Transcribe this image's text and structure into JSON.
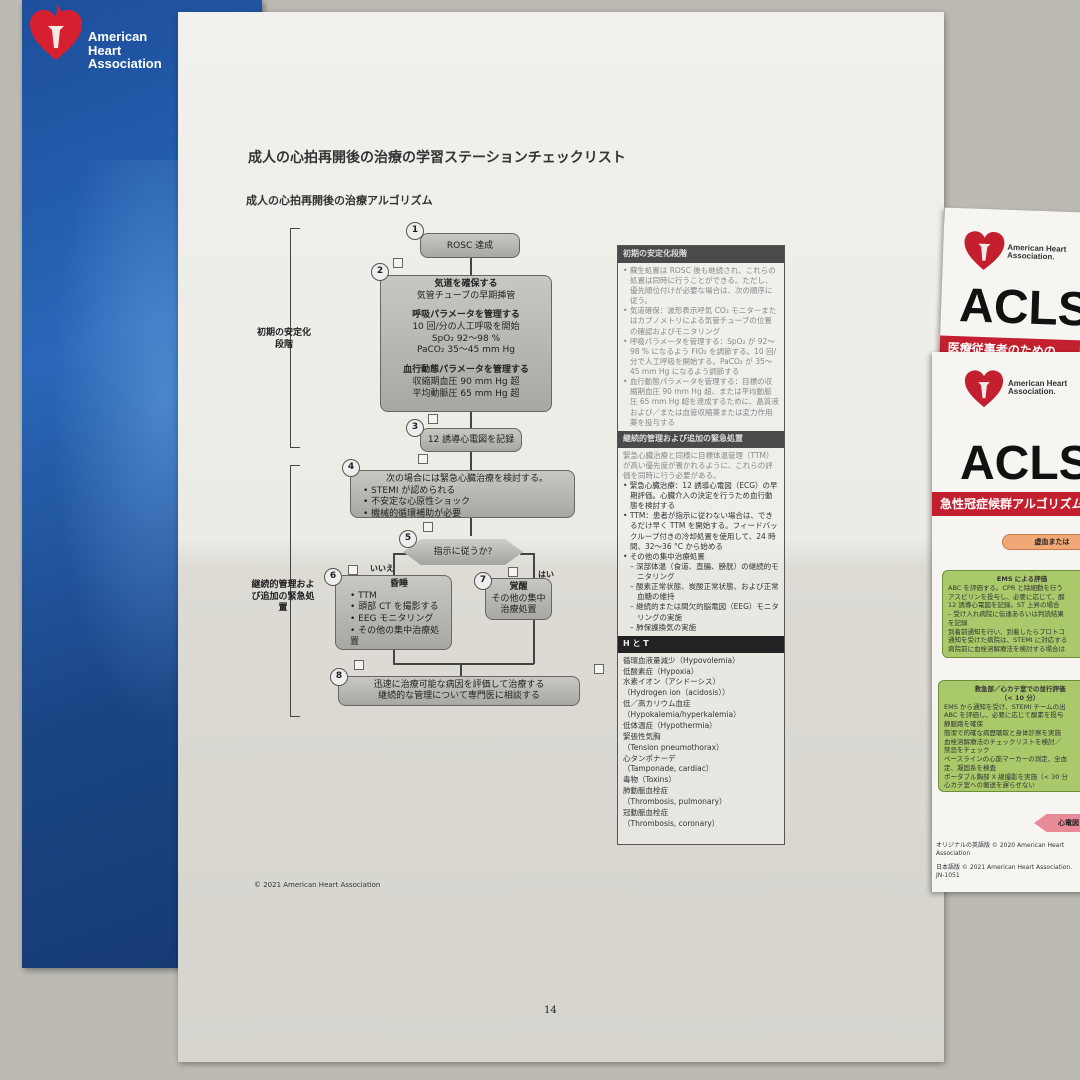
{
  "book": {
    "logo_text": "American Heart Association"
  },
  "page": {
    "title": "成人の心拍再開後の治療の学習ステーションチェックリスト",
    "subtitle": "成人の心拍再開後の治療アルゴリズム",
    "footer": "© 2021 American Heart Association",
    "page_number": "14"
  },
  "phases": {
    "initial": "初期の安定化段階",
    "ongoing": "継続的管理および追加の緊急処置"
  },
  "flow": {
    "s1": {
      "num": "1",
      "text": "ROSC 達成"
    },
    "s2": {
      "num": "2",
      "h1": "気道を確保する",
      "t1": "気管チューブの早期挿管",
      "h2": "呼吸パラメータを管理する",
      "t2a": "10 回/分の人工呼吸を開始",
      "t2b": "SpO₂ 92～98 %",
      "t2c": "PaCO₂ 35～45 mm Hg",
      "h3": "血行動態パラメータを管理する",
      "t3a": "収縮期血圧 90 mm Hg 超",
      "t3b": "平均動脈圧 65 mm Hg 超"
    },
    "s3": {
      "num": "3",
      "text": "12 誘導心電図を記録"
    },
    "s4": {
      "num": "4",
      "text": "次の場合には緊急心臓治療を検討する。",
      "items": [
        "STEMI が認められる",
        "不安定な心原性ショック",
        "機械的循環補助が必要"
      ]
    },
    "s5": {
      "num": "5",
      "text": "指示に従うか?",
      "no": "いいえ",
      "yes": "はい"
    },
    "s6": {
      "num": "6",
      "heading": "昏睡",
      "items": [
        "TTM",
        "頭部 CT を撮影する",
        "EEG モニタリング",
        "その他の集中治療処置"
      ]
    },
    "s7": {
      "num": "7",
      "heading": "覚醒",
      "text": "その他の集中治療処置"
    },
    "s8": {
      "num": "8",
      "line1": "迅速に治療可能な病因を評価して治療する",
      "line2": "継続的な管理について専門医に相談する"
    }
  },
  "panel": {
    "initial_header": "初期の安定化段階",
    "initial_items": [
      "蘇生処置は ROSC 後も継続され、これらの処置は同時に行うことができる。ただし、優先順位付けが必要な場合は、次の順序に従う。",
      "気道確保：波形表示呼気 CO₂ モニターまたはカプノメトリによる気管チューブの位置の確認およびモニタリング",
      "呼吸パラメータを管理する：SpO₂ が 92～98 % になるよう FIO₂ を調節する。10 回/分で人工呼吸を開始する。PaCO₂ が 35～45 mm Hg になるよう調節する",
      "血行動態パラメータを管理する：目標の収縮期血圧 90 mm Hg 超、または平均動脈圧 65 mm Hg 超を達成するために、晶質液および／または血管収縮薬または変力作用薬を投与する"
    ],
    "ongoing_header": "継続的管理および追加の緊急処置",
    "ongoing_intro": "緊急心臓治療と同様に目標体温管理（TTM）が高い優先度が置かれるように、これらの評価を同時に行う必要がある。",
    "ongoing_items": [
      "緊急心臓治療：12 誘導心電図（ECG）の早期評価。心臓介入の決定を行うため血行動態を検討する",
      "TTM：患者が指示に従わない場合は、できるだけ早く TTM を開始する。フィードバックループ付きの冷却処置を使用して、24 時間、32～36 °C から始める",
      "その他の集中治療処置"
    ],
    "ongoing_subitems": [
      "深部体温（食道、直腸、膀胱）の継続的モニタリング",
      "酸素正常状態、炭酸正常状態、および正常血糖の維持",
      "継続的または間欠的脳電図（EEG）モニタリングの実施",
      "肺保護換気の実施"
    ],
    "ht_header": "H と T",
    "ht_items": [
      "循環血液量減少（Hypovolemia）",
      "低酸素症（Hypoxia）",
      "水素イオン（アシドーシス）",
      "（Hydrogen ion（acidosis））",
      "低／高カリウム血症",
      "（Hypokalemia/hyperkalemia）",
      "低体温症（Hypothermia）",
      "緊張性気胸",
      "（Tension pneumothorax）",
      "心タンポナーデ",
      "（Tamponade, cardiac）",
      "毒物（Toxins）",
      "肺動脈血栓症",
      "（Thrombosis, pulmonary）",
      "冠動脈血栓症",
      "（Thrombosis, coronary）"
    ]
  },
  "booklet1": {
    "org": "American Heart Association.",
    "title": "ACLS",
    "band": "医療従事者のための"
  },
  "booklet2": {
    "org": "American Heart Association.",
    "title": "ACLS",
    "band": "急性冠症候群アルゴリズム",
    "orange_label": "虚血または",
    "ems_title": "EMS による評価",
    "ems_items": [
      "ABC を評価する。CPR と除細動を行う",
      "アスピリンを投与し、必要に応じて、酸",
      "12 誘導心電図を記録。ST 上昇の場合",
      "– 受け入れ病院に伝達あるいは判読結果",
      "を記録",
      "到着前通知を行い、到着したらプロトコ",
      "通知を受けた病院は、STEMI に対応する",
      "病院前に血栓溶解療法を検討する場合は"
    ],
    "ed_title": "救急部／心カテ室での並行評価",
    "ed_subtitle": "（< 10 分）",
    "ed_items": [
      "EMS から通知を受け、STEMI チームの出",
      "ABC を評価し、必要に応じて酸素を投与",
      "静脈路を確保",
      "簡潔で的確な病歴聴取と身体診察を実施",
      "血栓溶解療法のチェックリストを検討／",
      "禁忌をチェック",
      "ベースラインの心筋マーカーの測定、全血",
      "定、凝固系を検査",
      "ポータブル胸部 X 線撮影を実施（< 30 分",
      "心カテ室への搬送を遅らせない"
    ],
    "arrow_label": "心電図",
    "copyright1": "オリジナルの英語版 © 2020 American Heart Association",
    "copyright2": "日本語版 © 2021 American Heart Association. JN-1051"
  },
  "colors": {
    "aha_red": "#c41f2e",
    "book_blue": "#1d4f9c",
    "green_box": "#a9c96a"
  }
}
